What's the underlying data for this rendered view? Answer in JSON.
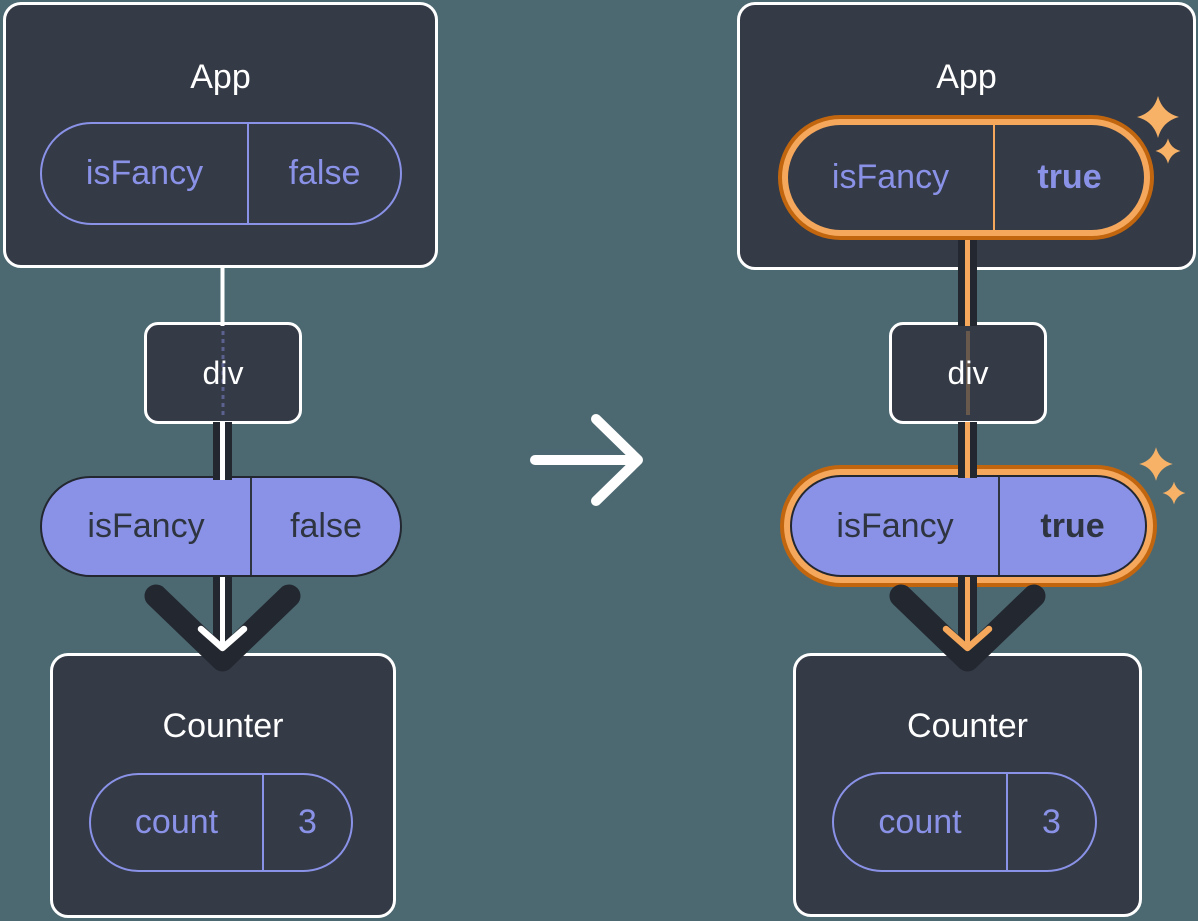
{
  "colors": {
    "background": "#4C6972",
    "card": "#343A46",
    "card_border": "#FFFFFF",
    "purple": "#8A92E8",
    "dark": "#23272F",
    "dark_text": "#2F3540",
    "orange_dark": "#C1660F",
    "orange_light": "#F5A85C",
    "sparkle": "#F7B267"
  },
  "before": {
    "app": {
      "title": "App",
      "state": {
        "name": "isFancy",
        "value": "false"
      }
    },
    "container": {
      "title": "div"
    },
    "prop": {
      "name": "isFancy",
      "value": "false"
    },
    "counter": {
      "title": "Counter",
      "state": {
        "name": "count",
        "value": "3"
      }
    }
  },
  "after": {
    "app": {
      "title": "App",
      "state": {
        "name": "isFancy",
        "value": "true"
      }
    },
    "container": {
      "title": "div"
    },
    "prop": {
      "name": "isFancy",
      "value": "true"
    },
    "counter": {
      "title": "Counter",
      "state": {
        "name": "count",
        "value": "3"
      }
    }
  }
}
